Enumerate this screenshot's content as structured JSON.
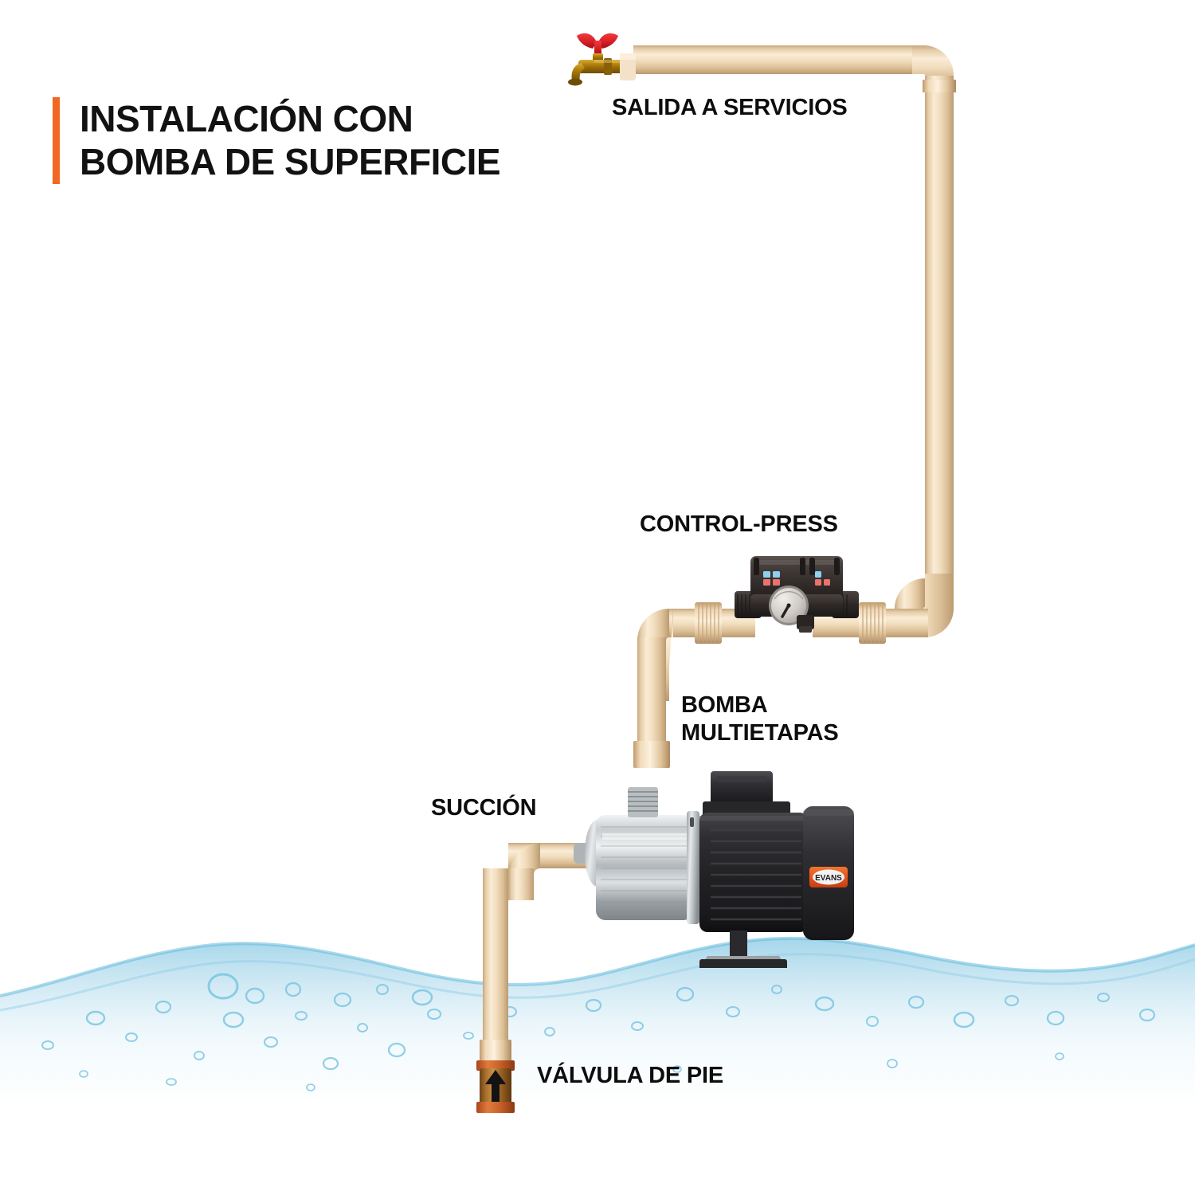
{
  "title": {
    "line1": "INSTALACIÓN CON",
    "line2": "BOMBA DE SUPERFICIE",
    "full": "INSTALACIÓN CON\nBOMBA DE SUPERFICIE",
    "accent_color": "#F26722"
  },
  "labels": {
    "salida": "SALIDA A SERVICIOS",
    "control_press": "CONTROL-PRESS",
    "bomba": "BOMBA\nMULTIETAPAS",
    "bomba_line1": "BOMBA",
    "bomba_line2": "MULTIETAPAS",
    "succion": "SUCCIÓN",
    "valvula": "VÁLVULA DE PIE"
  },
  "brand": {
    "pump_logo": "EVANS",
    "logo_bg": "#E8541E",
    "logo_text_color": "#1a1a1a"
  },
  "colors": {
    "pipe_light": "#f7e6cd",
    "pipe_mid": "#ecd4b2",
    "pipe_dark": "#c9a87f",
    "pipe_shadow": "#b08f68",
    "water_blue": "#7cc3e0",
    "water_deep": "#3d9cc4",
    "valve_handle_red": "#D81F26",
    "brass": "#B8860B",
    "copper": "#C4632C",
    "steel_light": "#e2e4e6",
    "steel_dark": "#8a8f93",
    "motor_black": "#2b2b2d",
    "title_black": "#121212"
  },
  "components": {
    "faucet": {
      "name": "faucet-valve",
      "handle": "butterfly-handle",
      "handle_color": "#D81F26",
      "body_material": "brass"
    },
    "control_press": {
      "name": "pressure-controller",
      "gauge": "pressure-gauge",
      "indicators": [
        "blue",
        "blue",
        "red",
        "red",
        "blue",
        "red"
      ],
      "body_color": "#3a3532"
    },
    "pump": {
      "name": "multistage-surface-pump",
      "stage_body": "stainless-steel",
      "motor": "black-electric-motor",
      "base": "mounting-foot"
    },
    "foot_valve": {
      "name": "foot-check-valve",
      "arrow": "flow-direction-up",
      "body_material": "bronze-copper"
    }
  }
}
